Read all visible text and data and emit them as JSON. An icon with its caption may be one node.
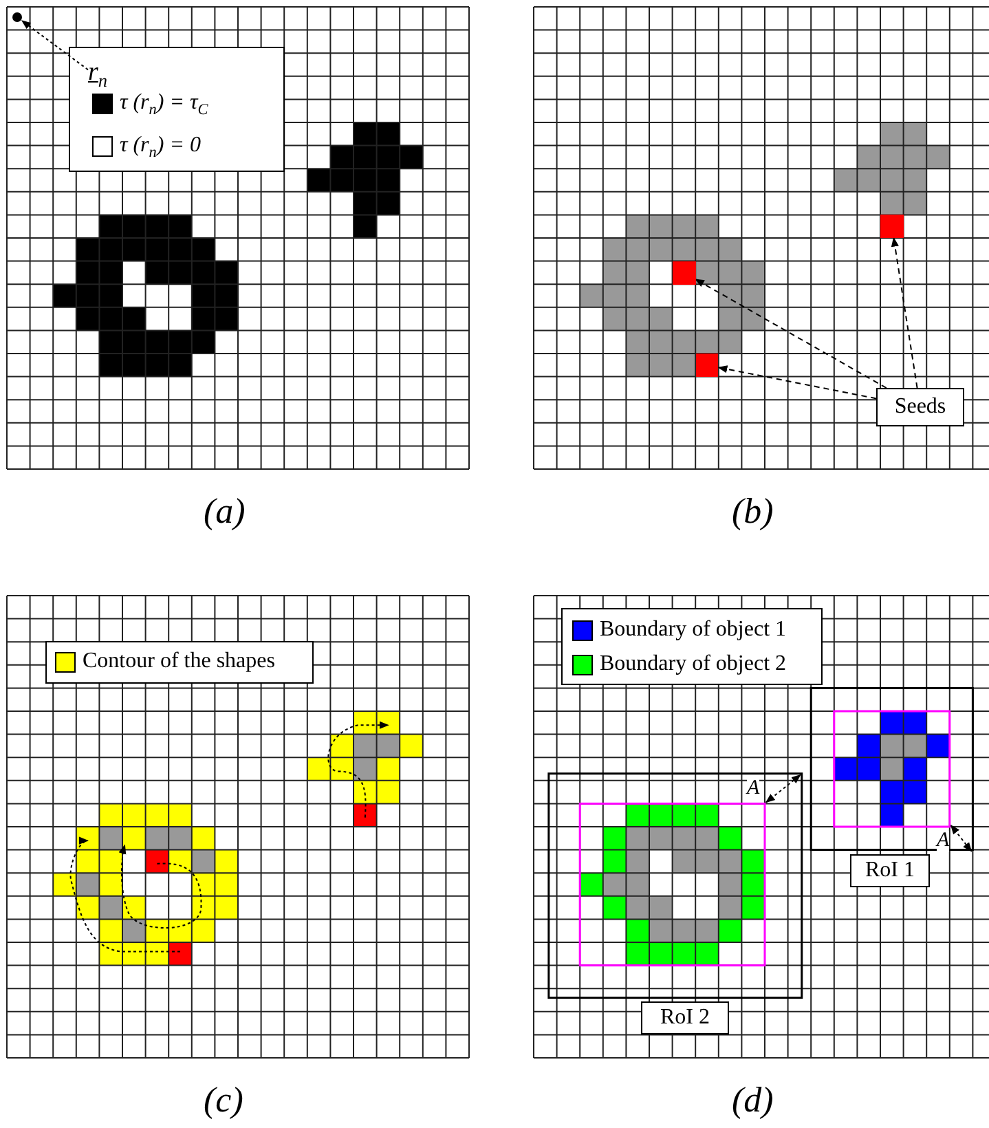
{
  "diagram": {
    "nodes": [
      {
        "text": [
          "r$_{n}$"
        ]
      },
      {
        "text": [],
        "shape": "circle"
      },
      {
        "text": [
          "Seeds"
        ]
      },
      {
        "text": [],
        "shape": "box"
      },
      {
        "text": [],
        "shape": "box"
      },
      {
        "text": [],
        "shape": "box"
      },
      {
        "text": [
          "RoI 1"
        ]
      },
      {
        "text": [
          "RoI 2"
        ]
      }
    ],
    "edges": [
      {
        "from": 0,
        "to": 1,
        "arrow": "to",
        "style": "dashed"
      },
      {
        "from": 2,
        "to": 3,
        "arrow": "to",
        "style": "dashed"
      },
      {
        "from": 2,
        "to": 4,
        "arrow": "to",
        "style": "dashed"
      },
      {
        "from": 2,
        "to": 5,
        "arrow": "to",
        "style": "dashed"
      }
    ],
    "labels": [
      "(a)",
      "(b)",
      "A",
      "A",
      "(c)",
      "(d)"
    ],
    "legend": [
      {
        "text": "τ (r$_{n}$) = τ$_{C}$",
        "color": "#000000"
      },
      {
        "text": "τ (r$_{n}$) = 0",
        "color": "#ffffff"
      },
      {
        "text": "Contour of the shapes",
        "color": "#ffff00"
      },
      {
        "text": "Boundary of object 1",
        "color": "#0000ff"
      },
      {
        "text": "Boundary of object 2",
        "color": "#00ff00"
      }
    ]
  }
}
